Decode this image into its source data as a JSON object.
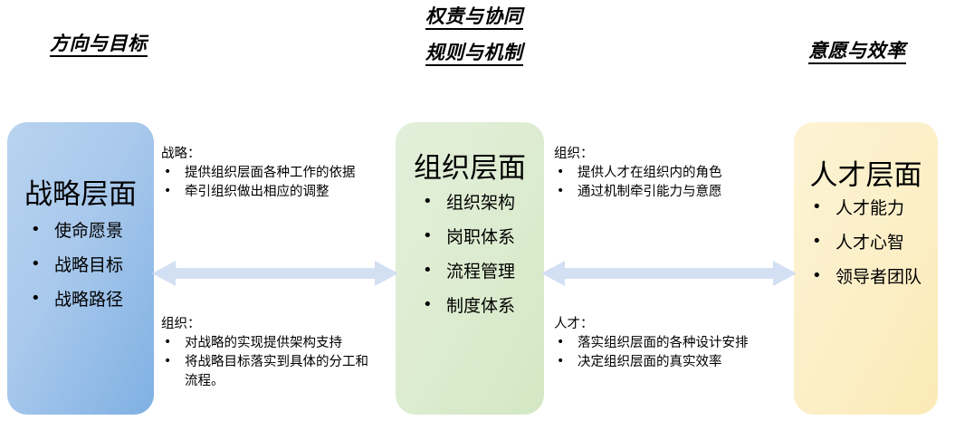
{
  "headers": {
    "left": "方向与目标",
    "middle_line1": "权责与协同",
    "middle_line2": "规则与机制",
    "right": "意愿与效率"
  },
  "boxes": [
    {
      "id": "strategy",
      "title": "战略层面",
      "color": "#a8c8ec",
      "items": [
        "使命愿景",
        "战略目标",
        "战略路径"
      ]
    },
    {
      "id": "organization",
      "title": "组织层面",
      "color": "#dceccf",
      "items": [
        "组织架构",
        "岗职体系",
        "流程管理",
        "制度体系"
      ]
    },
    {
      "id": "talent",
      "title": "人才层面",
      "color": "#fcefc7",
      "items": [
        "人才能力",
        "人才心智",
        "领导者团队"
      ]
    }
  ],
  "connectors": [
    {
      "id": "left-top",
      "title": "战略：",
      "items": [
        "提供组织层面各种工作的依据",
        "牵引组织做出相应的调整"
      ]
    },
    {
      "id": "left-bottom",
      "title": "组织：",
      "items": [
        "对战略的实现提供架构支持",
        "将战略目标落实到具体的分工和流程。"
      ]
    },
    {
      "id": "right-top",
      "title": "组织：",
      "items": [
        "提供人才在组织内的角色",
        "通过机制牵引能力与意愿"
      ]
    },
    {
      "id": "right-bottom",
      "title": "人才：",
      "items": [
        "落实组织层面的各种设计安排",
        "决定组织层面的真实效率"
      ]
    }
  ],
  "arrows": {
    "color": "#d3dff2",
    "left_label": "战略与组织双向箭头",
    "right_label": "组织与人才双向箭头"
  }
}
